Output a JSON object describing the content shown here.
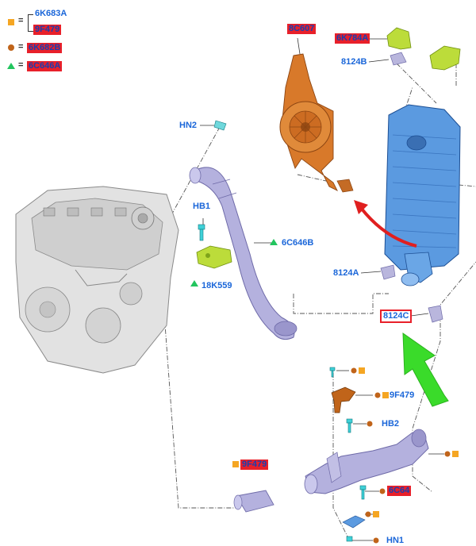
{
  "legend": {
    "square_label_1": "6K683A",
    "square_label_2": "9F479",
    "circle_label": "6K682B",
    "triangle_label": "6C646A",
    "equals": "="
  },
  "labels": {
    "top_fan": "8C607",
    "top_bracket": "6K784A",
    "p_8124b": "8124B",
    "p_hn2": "HN2",
    "p_hb1": "HB1",
    "p_6c646b": "6C646B",
    "p_18k559": "18K559",
    "p_8124a": "8124A",
    "p_8124c": "8124C",
    "p_9f479": "9F479",
    "p_hb2": "HB2",
    "p_left_pipe": "9F479",
    "p_sensor": "6C64",
    "p_hn1": "HN1"
  },
  "colors": {
    "label_blue": "#1a66d9",
    "highlight_red": "#e8202a",
    "marker_orange": "#f5a623",
    "marker_brown": "#c0641a",
    "marker_green": "#22c55e",
    "pipe_purple": "#a9a6d8",
    "intercooler_blue": "#4f8fdc",
    "fan_orange": "#d9782a",
    "bracket_green": "#b7d93a",
    "arrow_green": "#3adb2a",
    "arrow_red": "#e01f1f",
    "engine_grey": "#d8d8d8"
  },
  "icons": {
    "legend_square": "orange-square-marker",
    "legend_circle": "brown-circle-marker",
    "legend_triangle": "green-triangle-marker"
  }
}
